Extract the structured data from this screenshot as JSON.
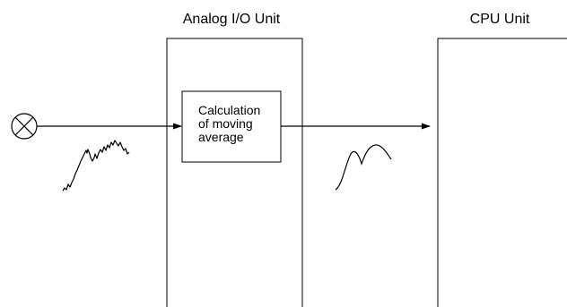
{
  "analog_unit": {
    "title": "Analog I/O Unit"
  },
  "cpu_unit": {
    "title": "CPU Unit"
  },
  "process_box": {
    "lines": [
      "Calculation",
      "of moving",
      "average"
    ]
  },
  "icons": {
    "input_source": "circle-x-icon",
    "noisy_signal": "noisy-waveform-icon",
    "smoothed_signal": "smooth-waveform-icon"
  },
  "colors": {
    "stroke": "#000000",
    "background": "#ffffff"
  }
}
